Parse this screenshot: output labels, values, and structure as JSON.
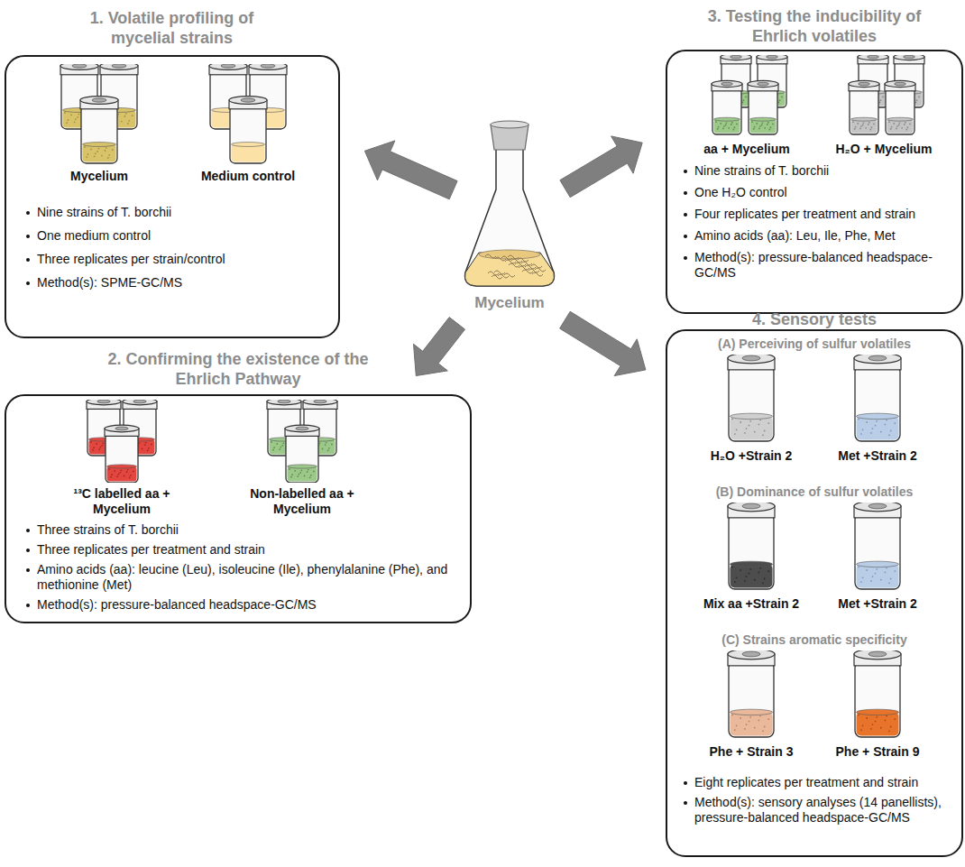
{
  "diagram": {
    "nodes": [
      {
        "text": [
          "1. Volatile profiling of mycelial strains",
          "Nine strains of T. borchii",
          "One medium control",
          "Three replicates per strain/control",
          "Method(s): SPME-GC/MS"
        ]
      },
      {
        "text": [
          "Mycelium"
        ],
        "in": 0
      },
      {
        "text": [
          "Medium control"
        ],
        "in": 0
      },
      {
        "text": [
          "3. Testing the inducibility of Ehrlich volatiles",
          "Nine strains of T. borchii",
          "One H₂O control",
          "Four replicates per treatment and strain",
          "Amino acids (aa): Leu, Ile, Phe, Met",
          "Method(s): pressure-balanced headspace-GC/MS"
        ]
      },
      {
        "text": [
          "aa + Mycelium"
        ],
        "in": 3
      },
      {
        "text": [
          "H₂O + Mycelium"
        ],
        "in": 3
      },
      {
        "text": [
          "Mycelium"
        ]
      },
      {
        "text": [
          "2. Confirming the existence of the Ehrlich Pathway",
          "Three strains of T. borchii",
          "Three replicates per treatment and strain",
          "Amino acids (aa): leucine (Leu), isoleucine (Ile), phenylalanine (Phe), and methionine (Met)",
          "Method(s): pressure-balanced headspace-GC/MS"
        ]
      },
      {
        "text": [
          "¹³C labelled aa + Mycelium"
        ],
        "in": 7
      },
      {
        "text": [
          "Non-labelled aa + Mycelium"
        ],
        "in": 7
      },
      {
        "text": [
          "4. Sensory tests",
          "(A) Perceiving of sulfur volatiles",
          "(B) Dominance of sulfur volatiles",
          "(C) Strains aromatic specificity",
          "Eight replicates per treatment and strain",
          "Method(s): sensory analyses (14 panellists), pressure-balanced headspace-GC/MS"
        ]
      },
      {
        "text": [
          "H₂O +Strain 2"
        ],
        "in": 10
      },
      {
        "text": [
          "Met +Strain 2"
        ],
        "in": 10
      },
      {
        "text": [
          "Mix aa +Strain 2"
        ],
        "in": 10
      },
      {
        "text": [
          "Met +Strain 2"
        ],
        "in": 10
      },
      {
        "text": [
          "Phe + Strain 3"
        ],
        "in": 10
      },
      {
        "text": [
          "Phe + Strain 9"
        ],
        "in": 10
      }
    ],
    "edges": [
      {
        "from": 6,
        "to": 0,
        "arrow": "to"
      },
      {
        "from": 6,
        "to": 3,
        "arrow": "to"
      },
      {
        "from": 6,
        "to": 7,
        "arrow": "to"
      },
      {
        "from": 6,
        "to": 10,
        "arrow": "to"
      }
    ]
  }
}
